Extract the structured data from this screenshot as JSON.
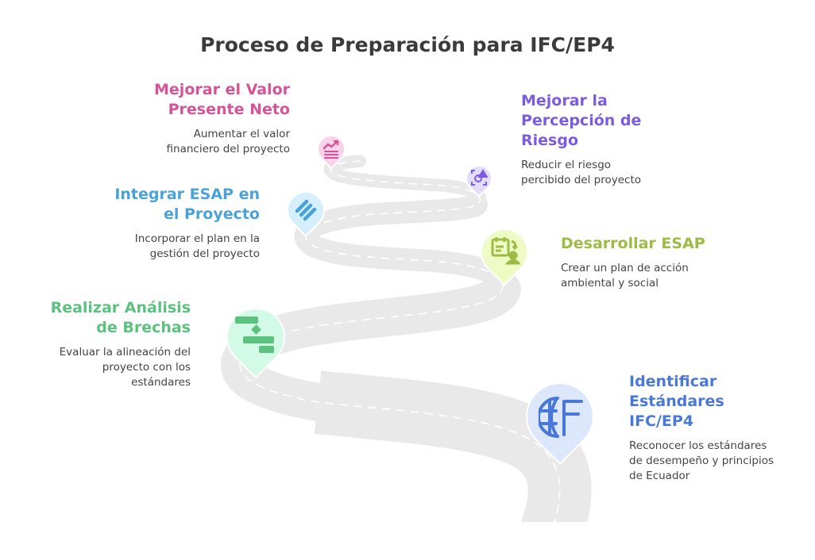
{
  "title": "Proceso de Preparación para IFC/EP4",
  "steps": [
    {
      "title": [
        "Mejorar el Valor",
        "Presente Neto"
      ],
      "desc": [
        "Aumentar el valor",
        "financiero del proyecto"
      ],
      "color": "#d6539a",
      "pin_fill": "#f8d3ea",
      "icon": "financial-growth-icon"
    },
    {
      "title": [
        "Mejorar la",
        "Percepción de",
        "Riesgo"
      ],
      "desc": [
        "Reducir el riesgo",
        "percibido del proyecto"
      ],
      "color": "#7b5ce0",
      "pin_fill": "#e4dcfb",
      "icon": "risk-alert-icon"
    },
    {
      "title": [
        "Integrar ESAP en",
        "el Proyecto"
      ],
      "desc": [
        "Incorporar el plan en la",
        "gestión del proyecto"
      ],
      "color": "#4aa3d8",
      "pin_fill": "#d6effc",
      "icon": "integration-bars-icon"
    },
    {
      "title": [
        "Desarrollar ESAP"
      ],
      "desc": [
        "Crear un plan de acción",
        "ambiental y social"
      ],
      "color": "#9dbb45",
      "pin_fill": "#eefbc5",
      "icon": "calendar-plan-icon"
    },
    {
      "title": [
        "Realizar Análisis",
        "de Brechas"
      ],
      "desc": [
        "Evaluar la alineación del",
        "proyecto con los",
        "estándares"
      ],
      "color": "#5cc27f",
      "pin_fill": "#d3fae6",
      "icon": "gantt-chart-icon"
    },
    {
      "title": [
        "Identificar",
        "Estándares",
        "IFC/EP4"
      ],
      "desc": [
        "Reconocer los estándares",
        "de desempeño y principios",
        "de Ecuador"
      ],
      "color": "#4a78d8",
      "pin_fill": "#dde7fb",
      "icon": "globe-standards-icon"
    }
  ]
}
